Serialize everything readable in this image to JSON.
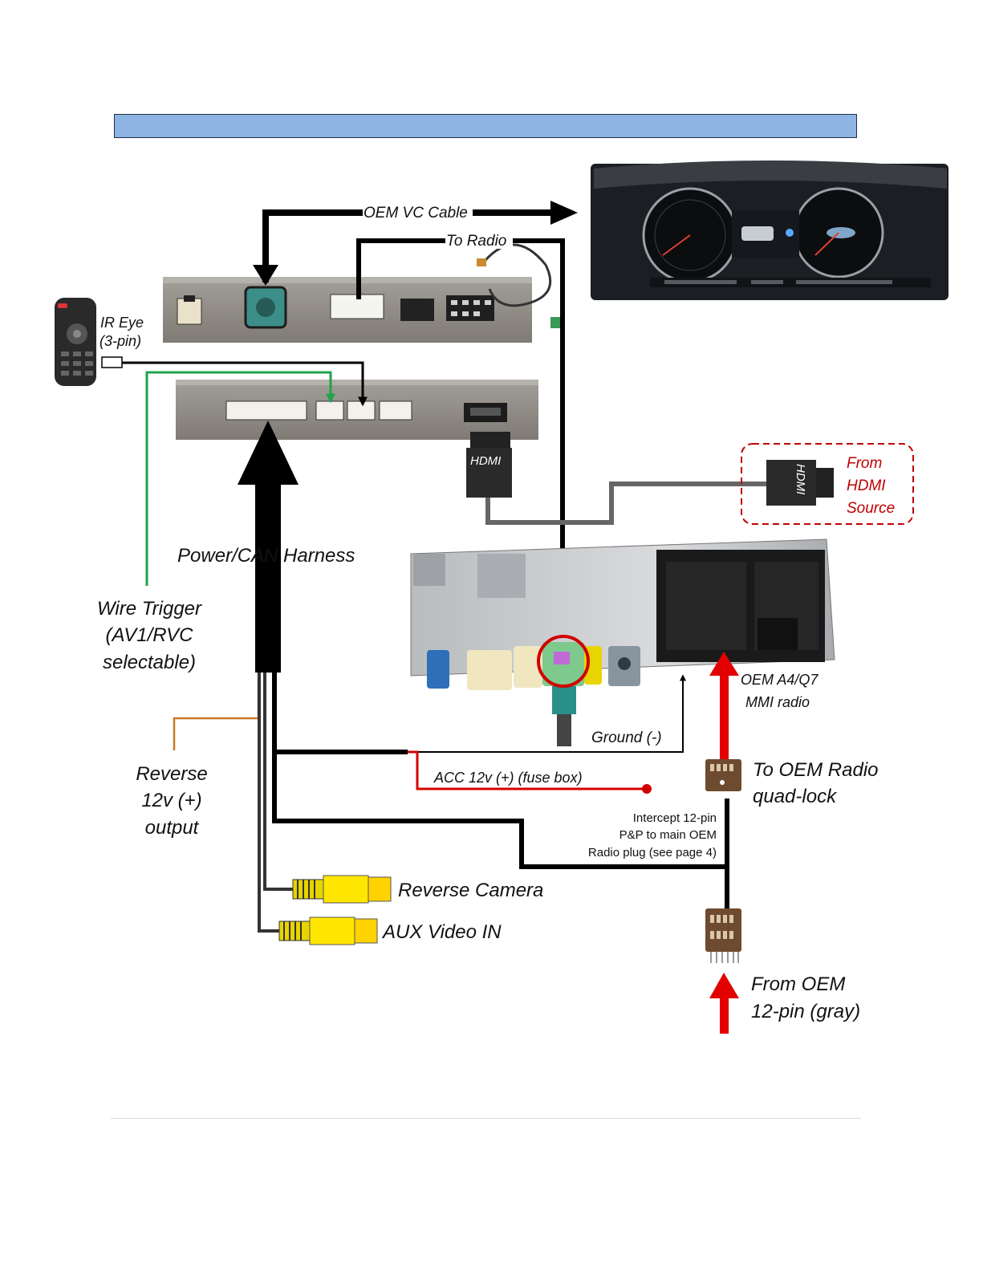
{
  "labels": {
    "oem_vc_cable": "OEM VC Cable",
    "to_radio": "To Radio",
    "ir_eye_line1": "IR Eye",
    "ir_eye_line2": "(3-pin)",
    "hdmi_plug": "HDMI",
    "hdmi_source_plug": "HDMI",
    "from_hdmi_line1": "From",
    "from_hdmi_line2": "HDMI",
    "from_hdmi_line3": "Source",
    "power_can_harness": "Power/CAN Harness",
    "wire_trigger_line1": "Wire Trigger",
    "wire_trigger_line2": "(AV1/RVC",
    "wire_trigger_line3": "selectable)",
    "reverse_out_line1": "Reverse",
    "reverse_out_line2": "12v (+)",
    "reverse_out_line3": "output",
    "ground": "Ground (-)",
    "acc": "ACC 12v (+) (fuse box)",
    "oem_radio_line1": "OEM A4/Q7",
    "oem_radio_line2": "MMI radio",
    "to_oem_radio_line1": "To OEM Radio",
    "to_oem_radio_line2": "quad-lock",
    "intercept_line1": "Intercept 12-pin",
    "intercept_line2": "P&P to main OEM",
    "intercept_line3": "Radio plug (see page 4)",
    "reverse_camera": "Reverse Camera",
    "aux_video": "AUX Video IN",
    "from_oem_line1": "From OEM",
    "from_oem_line2": "12-pin (gray)"
  },
  "colors": {
    "title_bar": "#8fb4e3",
    "cable_black": "#000000",
    "acc_red": "#d40000",
    "arrow_red": "#e30000",
    "trigger_green": "#1ea34b",
    "reverse_orange": "#c8782a",
    "rca_yellow": "#ffe600",
    "hdmi_gray": "#555555",
    "module_gray": "#8a8580"
  }
}
